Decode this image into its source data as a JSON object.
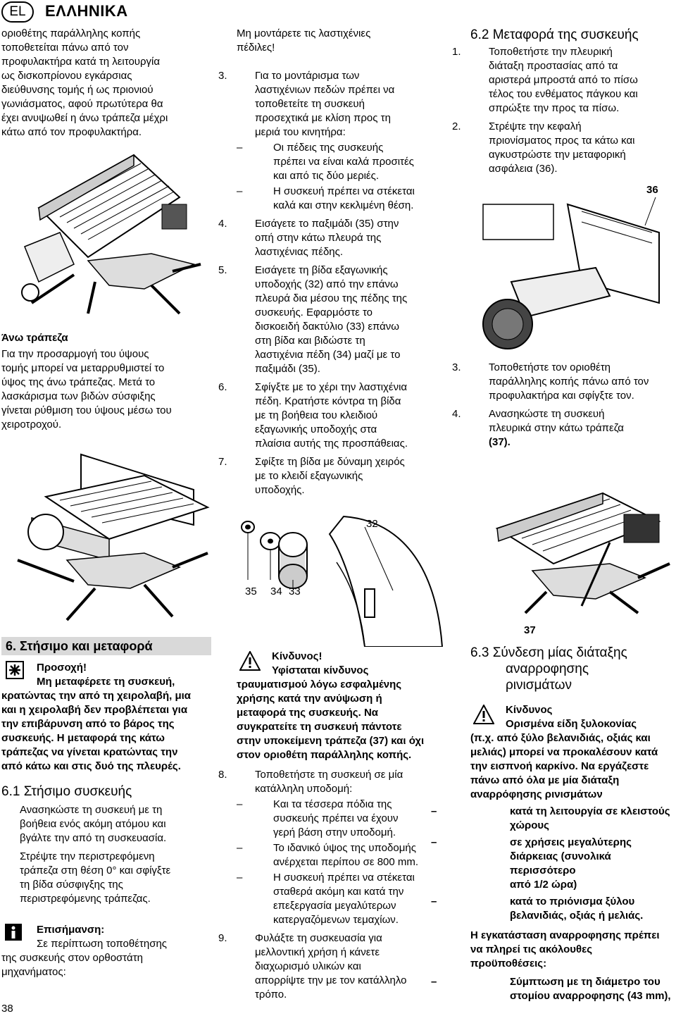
{
  "header": {
    "lang_badge": "EL",
    "lang_title": "ΕΛΛΗΝΙΚΑ"
  },
  "col1_top": {
    "intro": [
      "οριοθέτης παράλληλης κοπής",
      "τοποθετείται πάνω από τον",
      "προφυλακτήρα κατά τη λειτουργία",
      "ως δισκοπρίονου εγκάρσιας",
      "διεύθυνσης τομής ή ως πριονιού",
      "γωνιάσματος, αφού πρωτύτερα θα",
      "έχει ανυψωθεί η άνω τράπεζα μέχρι",
      "κάτω από τον προφυλακτήρα."
    ],
    "upper_table_heading": "Άνω τράπεζα",
    "upper_table_text": [
      "Για την προσαρμογή του ύψους",
      "τομής μπορεί να μεταρρυθμιστεί το",
      "ύψος της άνω τράπεζας. Μετά το",
      "λασκάρισμα των βιδών σύσφιξης",
      "γίνεται ρύθμιση του ύψους μέσω του",
      "χειροτροχού."
    ]
  },
  "col2_top": {
    "warn_line": [
      "Μη μοντάρετε τις λαστιχένιες",
      "πέδιλες!"
    ],
    "steps": [
      {
        "n": "3.",
        "lines": [
          "Για το μοντάρισμα των",
          "λαστιχένιων πεδών πρέπει να",
          "τοποθετείτε τη συσκευή",
          "προσεχτικά με κλίση προς τη",
          "μεριά του κινητήρα:"
        ]
      },
      {
        "dash": "–",
        "lines": [
          "Οι πέδεις της συσκευής",
          "πρέπει να είναι καλά προσιτές",
          "και από τις δύο μεριές."
        ]
      },
      {
        "dash": "–",
        "lines": [
          "Η συσκευή πρέπει να στέκεται",
          "καλά και στην κεκλιμένη θέση."
        ]
      },
      {
        "n": "4.",
        "lines": [
          "Εισάγετε το παξιμάδι (35) στην",
          "οπή στην κάτω πλευρά της",
          "λαστιχένιας πέδης."
        ]
      },
      {
        "n": "5.",
        "lines": [
          "Εισάγετε τη βίδα εξαγωνικής",
          "υποδοχής (32) από την επάνω",
          "πλευρά δια μέσου της πέδης της",
          "συσκευής. Εφαρμόστε το",
          "δισκοειδή δακτύλιο (33) επάνω",
          "στη βίδα και βιδώστε τη",
          "λαστιχένια πέδη (34) μαζί με το",
          "παξιμάδι (35)."
        ]
      },
      {
        "n": "6.",
        "lines": [
          "Σφίγξτε με το χέρι την λαστιχένια",
          "πέδη. Κρατήστε κόντρα τη βίδα",
          "με τη βοήθεια του κλειδιού",
          "εξαγωνικής υποδοχής στα",
          "πλαίσια αυτής της προσπάθειας."
        ]
      },
      {
        "n": "7.",
        "lines": [
          "Σφίξτε τη βίδα με δύναμη χειρός",
          "με το κλειδί εξαγωνικής",
          "υποδοχής."
        ]
      }
    ]
  },
  "col3_top": {
    "heading": "6.2    Μεταφορά της συσκευής",
    "steps": [
      {
        "n": "1.",
        "lines": [
          "Τοποθετήστε την πλευρική",
          "διάταξη προστασίας από τα",
          "αριστερά μπροστά από το πίσω",
          "τέλος του ενθέματος πάγκου και",
          "σπρώξτε την προς τα πίσω."
        ]
      },
      {
        "n": "2.",
        "lines": [
          "Στρέψτε την κεφαλή",
          "πριονίσματος προς τα κάτω και",
          "αγκυστρώστε την μεταφορική",
          "ασφάλεια (36)."
        ]
      },
      {
        "n": "3.",
        "lines": [
          "Τοποθετήστε τον οριοθέτη",
          "παράλληλης κοπής πάνω από τον",
          "προφυλακτήρα και σφίγξτε τον."
        ]
      },
      {
        "n": "4.",
        "lines": [
          "Ανασηκώστε τη συσκευή",
          "πλευρικά στην κάτω τράπεζα",
          "(37)."
        ]
      }
    ]
  },
  "fig_labels": {
    "f36": "36",
    "f32": "32",
    "f35": "35",
    "f34": "34",
    "f33": "33",
    "f37": "37"
  },
  "col1_bottom": {
    "section": "6.    Στήσιμο και μεταφορά",
    "attention_title": "Προσοχή!",
    "attention_lines": [
      "Μη μεταφέρετε τη συσκευή,",
      "κρατώντας την από τη χειρολαβή, μια",
      "και η χειρολαβή δεν προβλέπεται για",
      "την επιβάρυνση από το βάρος της",
      "συσκευής. Η μεταφορά της κάτω",
      "τράπεζας να γίνεται κρατώντας την",
      "από κάτω και στις δυό της πλευρές."
    ],
    "sub": "6.1    Στήσιμο συσκευής",
    "steps": [
      {
        "n": "1.",
        "lines": [
          "Ανασηκώστε τη συσκευή με τη",
          "βοήθεια ενός ακόμη ατόμου και",
          "βγάλτε την από τη συσκευασία."
        ]
      },
      {
        "n": "2.",
        "lines": [
          "Στρέψτε την περιστρεφόμενη",
          "τράπεζα στη θέση 0° και σφίγξτε",
          "τη βίδα σύσφιγξης της",
          "περιστρεφόμενης τράπεζας."
        ]
      }
    ],
    "note_title": "Επισήμανση:",
    "note_lines": [
      "Σε περίπτωση τοποθέτησης",
      "της συσκευής στον ορθοστάτη",
      "μηχανήματος:"
    ],
    "page_number": "38"
  },
  "col2_bottom": {
    "danger_title": "Κίνδυνος!",
    "danger_lines": [
      "Υφίσταται κίνδυνος",
      "τραυματισμού λόγω εσφαλμένης",
      "χρήσης κατά την ανύψωση ή",
      "μεταφορά της συσκευής. Να",
      "συγκρατείτε τη συσκευή πάντοτε",
      "στην υποκείμενη τράπεζα (37) και όχι",
      "στον οριοθέτη παράλληλης κοπής."
    ],
    "steps": [
      {
        "n": "8.",
        "lines": [
          "Τοποθετήστε τη συσκευή σε μία",
          "κατάλληλη υποδομή:"
        ]
      },
      {
        "dash": "–",
        "lines": [
          "Και τα τέσσερα πόδια της",
          "συσκευής πρέπει να έχουν",
          "γερή βάση στην υποδομή."
        ]
      },
      {
        "dash": "–",
        "lines": [
          "Το ιδανικό ύψος της υποδομής",
          "ανέρχεται περίπου σε 800 mm."
        ]
      },
      {
        "dash": "–",
        "lines": [
          "Η συσκευή πρέπει να στέκεται",
          "σταθερά ακόμη και κατά την",
          "επεξεργασία μεγαλύτερων",
          "κατεργαζόμενων τεμαχίων."
        ]
      },
      {
        "n": "9.",
        "lines": [
          "Φυλάξτε τη συσκευασία για",
          "μελλοντική χρήση ή κάνετε",
          "διαχωρισμό υλικών και",
          "απορρίψτε την με τον κατάλληλο",
          "τρόπο."
        ]
      }
    ]
  },
  "col3_bottom": {
    "heading_lines": [
      "6.3    Σύνδεση μίας διάταξης",
      "αναρροφησης",
      "ρινισμάτων"
    ],
    "danger_title": "Κίνδυνος",
    "danger_lines": [
      "Ορισμένα είδη ξυλοκονίας",
      "(π.χ. από ξύλο βελανιδιάς, οξιάς και",
      "μελιάς) μπορεί να προκαλέσουν κατά",
      "την εισπνοή καρκίνο. Να εργάζεστε",
      "πάνω από όλα με μία διάταξη",
      "αναρρόφησης ρινισμάτων"
    ],
    "bullets": [
      {
        "dash": "–",
        "lines": [
          "κατά τη λειτουργία σε κλειστούς",
          "χώρους"
        ]
      },
      {
        "dash": "–",
        "lines": [
          "σε χρήσεις μεγαλύτερης",
          "διάρκειας (συνολικά περισσότερο",
          "από 1/2 ώρα)"
        ]
      },
      {
        "dash": "–",
        "lines": [
          "κατά το πριόνισμα ξύλου",
          "βελανιδιάς, οξιάς ή μελιάς."
        ]
      }
    ],
    "cond_lines": [
      "Η εγκατάσταση αναρροφησης πρέπει",
      "να πληρεί τις ακόλουθες",
      "προϋποθέσεις:"
    ],
    "last_bullet": {
      "dash": "–",
      "lines": [
        "Σύμπτωση με τη διάμετρο του",
        "στομίου αναρροφησης (43 mm),"
      ]
    }
  }
}
